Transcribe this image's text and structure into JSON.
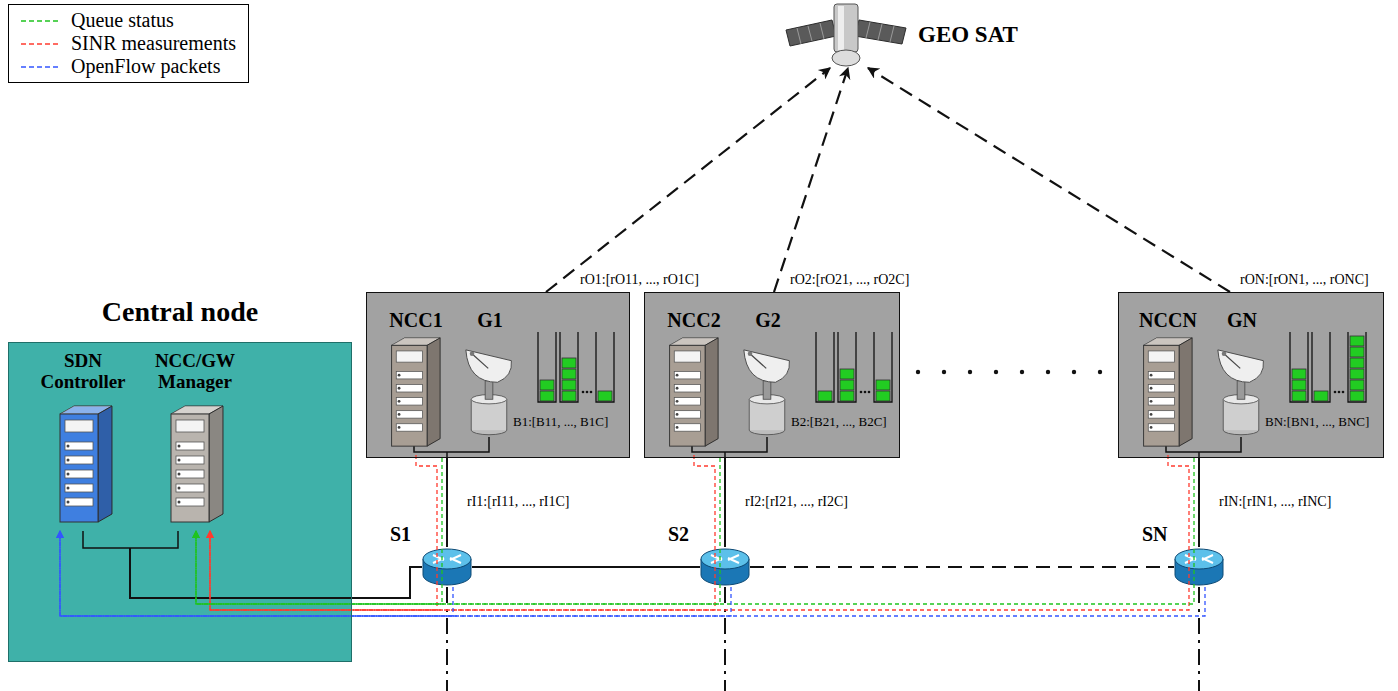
{
  "diagram": {
    "nodes": [
      {
        "text": [
          "GEO SAT"
        ]
      },
      {
        "text": [
          "Central node"
        ]
      },
      {
        "text": [
          "SDN Controller"
        ],
        "in": 1
      },
      {
        "text": [
          "NCC/GW Manager"
        ],
        "in": 1
      },
      {
        "text": [
          "B1:[B11, ..., B1C]"
        ]
      },
      {
        "text": [
          "NCC1"
        ],
        "in": 4
      },
      {
        "text": [
          "G1"
        ],
        "in": 4
      },
      {
        "text": [
          "B2:[B21, ..., B2C]"
        ]
      },
      {
        "text": [
          "NCC2"
        ],
        "in": 7
      },
      {
        "text": [
          "G2"
        ],
        "in": 7
      },
      {
        "text": [
          "BN:[BN1, ..., BNC]"
        ]
      },
      {
        "text": [
          "NCCN"
        ],
        "in": 10
      },
      {
        "text": [
          "GN"
        ],
        "in": 10
      },
      {
        "text": [
          "S1"
        ]
      },
      {
        "text": [
          "S2"
        ]
      },
      {
        "text": [
          "SN"
        ]
      }
    ],
    "edges": [
      {
        "from": 4,
        "to": 0,
        "arrow": "to",
        "label": "rO1:[rO11, ..., rO1C]"
      },
      {
        "from": 7,
        "to": 0,
        "arrow": "to",
        "label": "rO2:[rO21, ..., rO2C]"
      },
      {
        "from": 10,
        "to": 0,
        "arrow": "to",
        "label": "rON:[rON1, ..., rONC]"
      },
      {
        "from": 4,
        "to": 13,
        "arrow": "none",
        "label": "rI1:[rI11, ..., rI1C]"
      },
      {
        "from": 7,
        "to": 14,
        "arrow": "none",
        "label": "rI2:[rI21, ..., rI2C]"
      },
      {
        "from": 10,
        "to": 15,
        "arrow": "none",
        "label": "rIN:[rIN1, ..., rINC]"
      },
      {
        "from": 13,
        "to": 14,
        "arrow": "none"
      },
      {
        "from": 14,
        "to": 15,
        "arrow": "none"
      },
      {
        "from": 1,
        "to": 13,
        "arrow": "none"
      },
      {
        "from": 5,
        "to": 3,
        "arrow": "to"
      },
      {
        "from": 8,
        "to": 3,
        "arrow": "to"
      },
      {
        "from": 11,
        "to": 3,
        "arrow": "to"
      },
      {
        "from": 4,
        "to": 3,
        "arrow": "to"
      },
      {
        "from": 7,
        "to": 3,
        "arrow": "to"
      },
      {
        "from": 10,
        "to": 3,
        "arrow": "to"
      },
      {
        "from": 13,
        "to": 2,
        "arrow": "to"
      },
      {
        "from": 14,
        "to": 2,
        "arrow": "to"
      },
      {
        "from": 15,
        "to": 2,
        "arrow": "to"
      },
      {
        "from": 2,
        "to": 3,
        "arrow": "none"
      }
    ],
    "legend": [
      {
        "text": "Queue status"
      },
      {
        "text": "SINR measurements"
      },
      {
        "text": "OpenFlow packets"
      }
    ]
  }
}
